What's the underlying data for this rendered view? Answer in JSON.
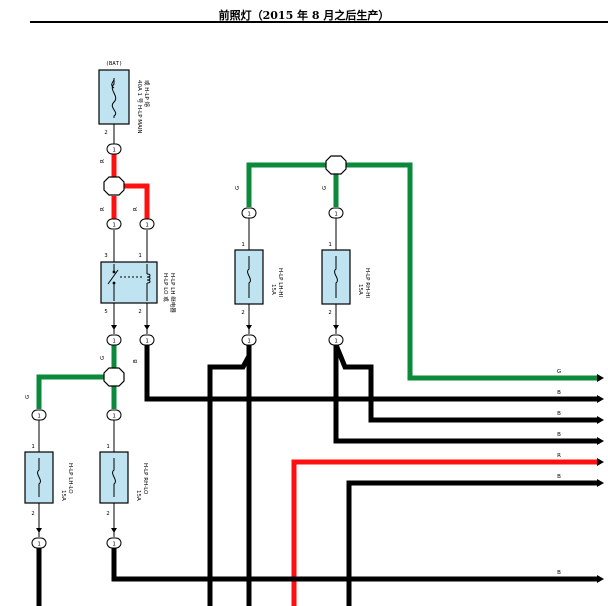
{
  "title": "前照灯（2015 年 8 月之后生产）",
  "colors": {
    "red": "#ff1010",
    "green": "#0a8a3a",
    "black": "#000000",
    "fuse_fill": "#bfe3f0"
  },
  "fuses": {
    "main": {
      "source": "(BAT)",
      "label1": "40A 1 号 H-LP MAIN",
      "label2": "或 H-LP 熔",
      "pin_top": "2"
    },
    "relay": {
      "label1": "H-LP LO 或",
      "label2": "H-LP LH 继电器",
      "pin3": "3",
      "pin1": "1",
      "pin5": "5",
      "pin2": "2"
    },
    "lh_hi": {
      "label1": "15A",
      "label2": "H-LP LH-HI",
      "pin_top": "1",
      "pin_bot": "2"
    },
    "rh_hi": {
      "label1": "15A",
      "label2": "H-LP RH-HI",
      "pin_top": "1",
      "pin_bot": "2"
    },
    "lh_lo": {
      "label1": "15A",
      "label2": "H-LP LH-LO",
      "pin_top": "1",
      "pin_bot": "2"
    },
    "rh_lo": {
      "label1": "15A",
      "label2": "H-LP RH-LO",
      "pin_top": "1",
      "pin_bot": "2"
    }
  },
  "connector_label": "1",
  "wires": {
    "main_r": "R",
    "splice_r1": "R",
    "splice_r2": "R",
    "relay_out_g": "G",
    "relay_out_b": "B",
    "lo_left_g": "G",
    "hi_left_g": "G",
    "hi_right_g": "G"
  },
  "right_labels": [
    "G",
    "B",
    "B",
    "B",
    "R",
    "B",
    "B"
  ]
}
